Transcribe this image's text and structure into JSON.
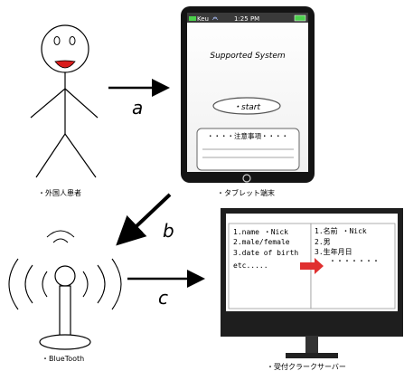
{
  "patient": {
    "caption": "・外国人患者"
  },
  "tablet": {
    "carrier": "Keu",
    "clock": "1:25 PM",
    "title": "Supported System",
    "start_label": "・start",
    "notice_label": "・・・・注意事項・・・・",
    "caption": "・タブレット端末"
  },
  "bluetooth": {
    "caption": "・BlueTooth"
  },
  "arrows": {
    "a": "a",
    "b": "b",
    "c": "c"
  },
  "server": {
    "left_lines": [
      "1.name  ・Nick",
      "2.male/female",
      "3.date of birth",
      "etc....."
    ],
    "right_lines": [
      "1.名前   ・Nick",
      "2.男",
      "3.生年月日",
      "・・・・・・・"
    ],
    "caption": "・受付クラークサーバー"
  },
  "colors": {
    "mouth": "#d81c1c",
    "arrow_red": "#e03030",
    "battery": "#4cd04c",
    "status_bar": "#3a3a3a"
  }
}
